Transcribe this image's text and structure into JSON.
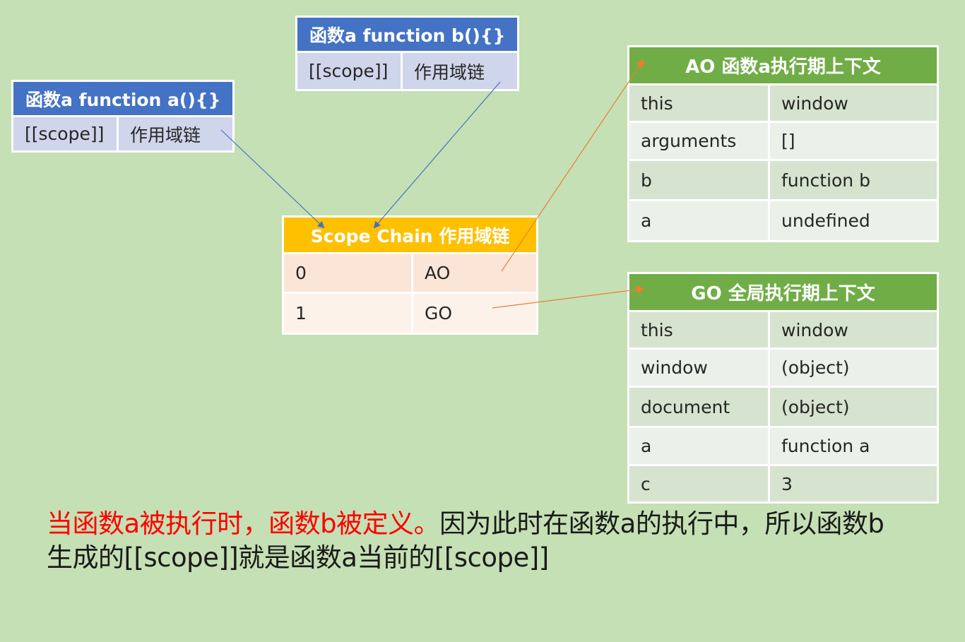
{
  "func_a_box": {
    "title": "函数a function a(){}",
    "cells": [
      "[[scope]]",
      "作用域链"
    ]
  },
  "func_b_box": {
    "title": "函数a function b(){}",
    "cells": [
      "[[scope]]",
      "作用域链"
    ]
  },
  "scope_chain": {
    "title": "Scope Chain 作用域链",
    "rows": [
      {
        "index": "0",
        "value": "AO"
      },
      {
        "index": "1",
        "value": "GO"
      }
    ]
  },
  "ao_table": {
    "title": "AO 函数a执行期上下文",
    "rows": [
      {
        "key": "this",
        "value": "window"
      },
      {
        "key": "arguments",
        "value": "[]"
      },
      {
        "key": "b",
        "value": "function b"
      },
      {
        "key": "a",
        "value": "undefined"
      }
    ]
  },
  "go_table": {
    "title": "GO 全局执行期上下文",
    "rows": [
      {
        "key": "this",
        "value": "window"
      },
      {
        "key": "window",
        "value": "(object)"
      },
      {
        "key": "document",
        "value": "(object)"
      },
      {
        "key": "a",
        "value": "function a"
      },
      {
        "key": "c",
        "value": "3"
      }
    ]
  },
  "caption": {
    "red_part": "当函数a被执行时，函数b被定义。",
    "black_part": "因为此时在函数a的执行中，所以函数b生成的[[scope]]就是函数a当前的[[scope]]"
  },
  "colors": {
    "background": "#c5e0b4",
    "blue_header": "#4472c4",
    "yellow_header": "#ffc000",
    "green_header": "#70ad47",
    "arrow_blue": "#4472c4",
    "arrow_orange": "#ed7d31",
    "caption_red": "#ff0000"
  }
}
